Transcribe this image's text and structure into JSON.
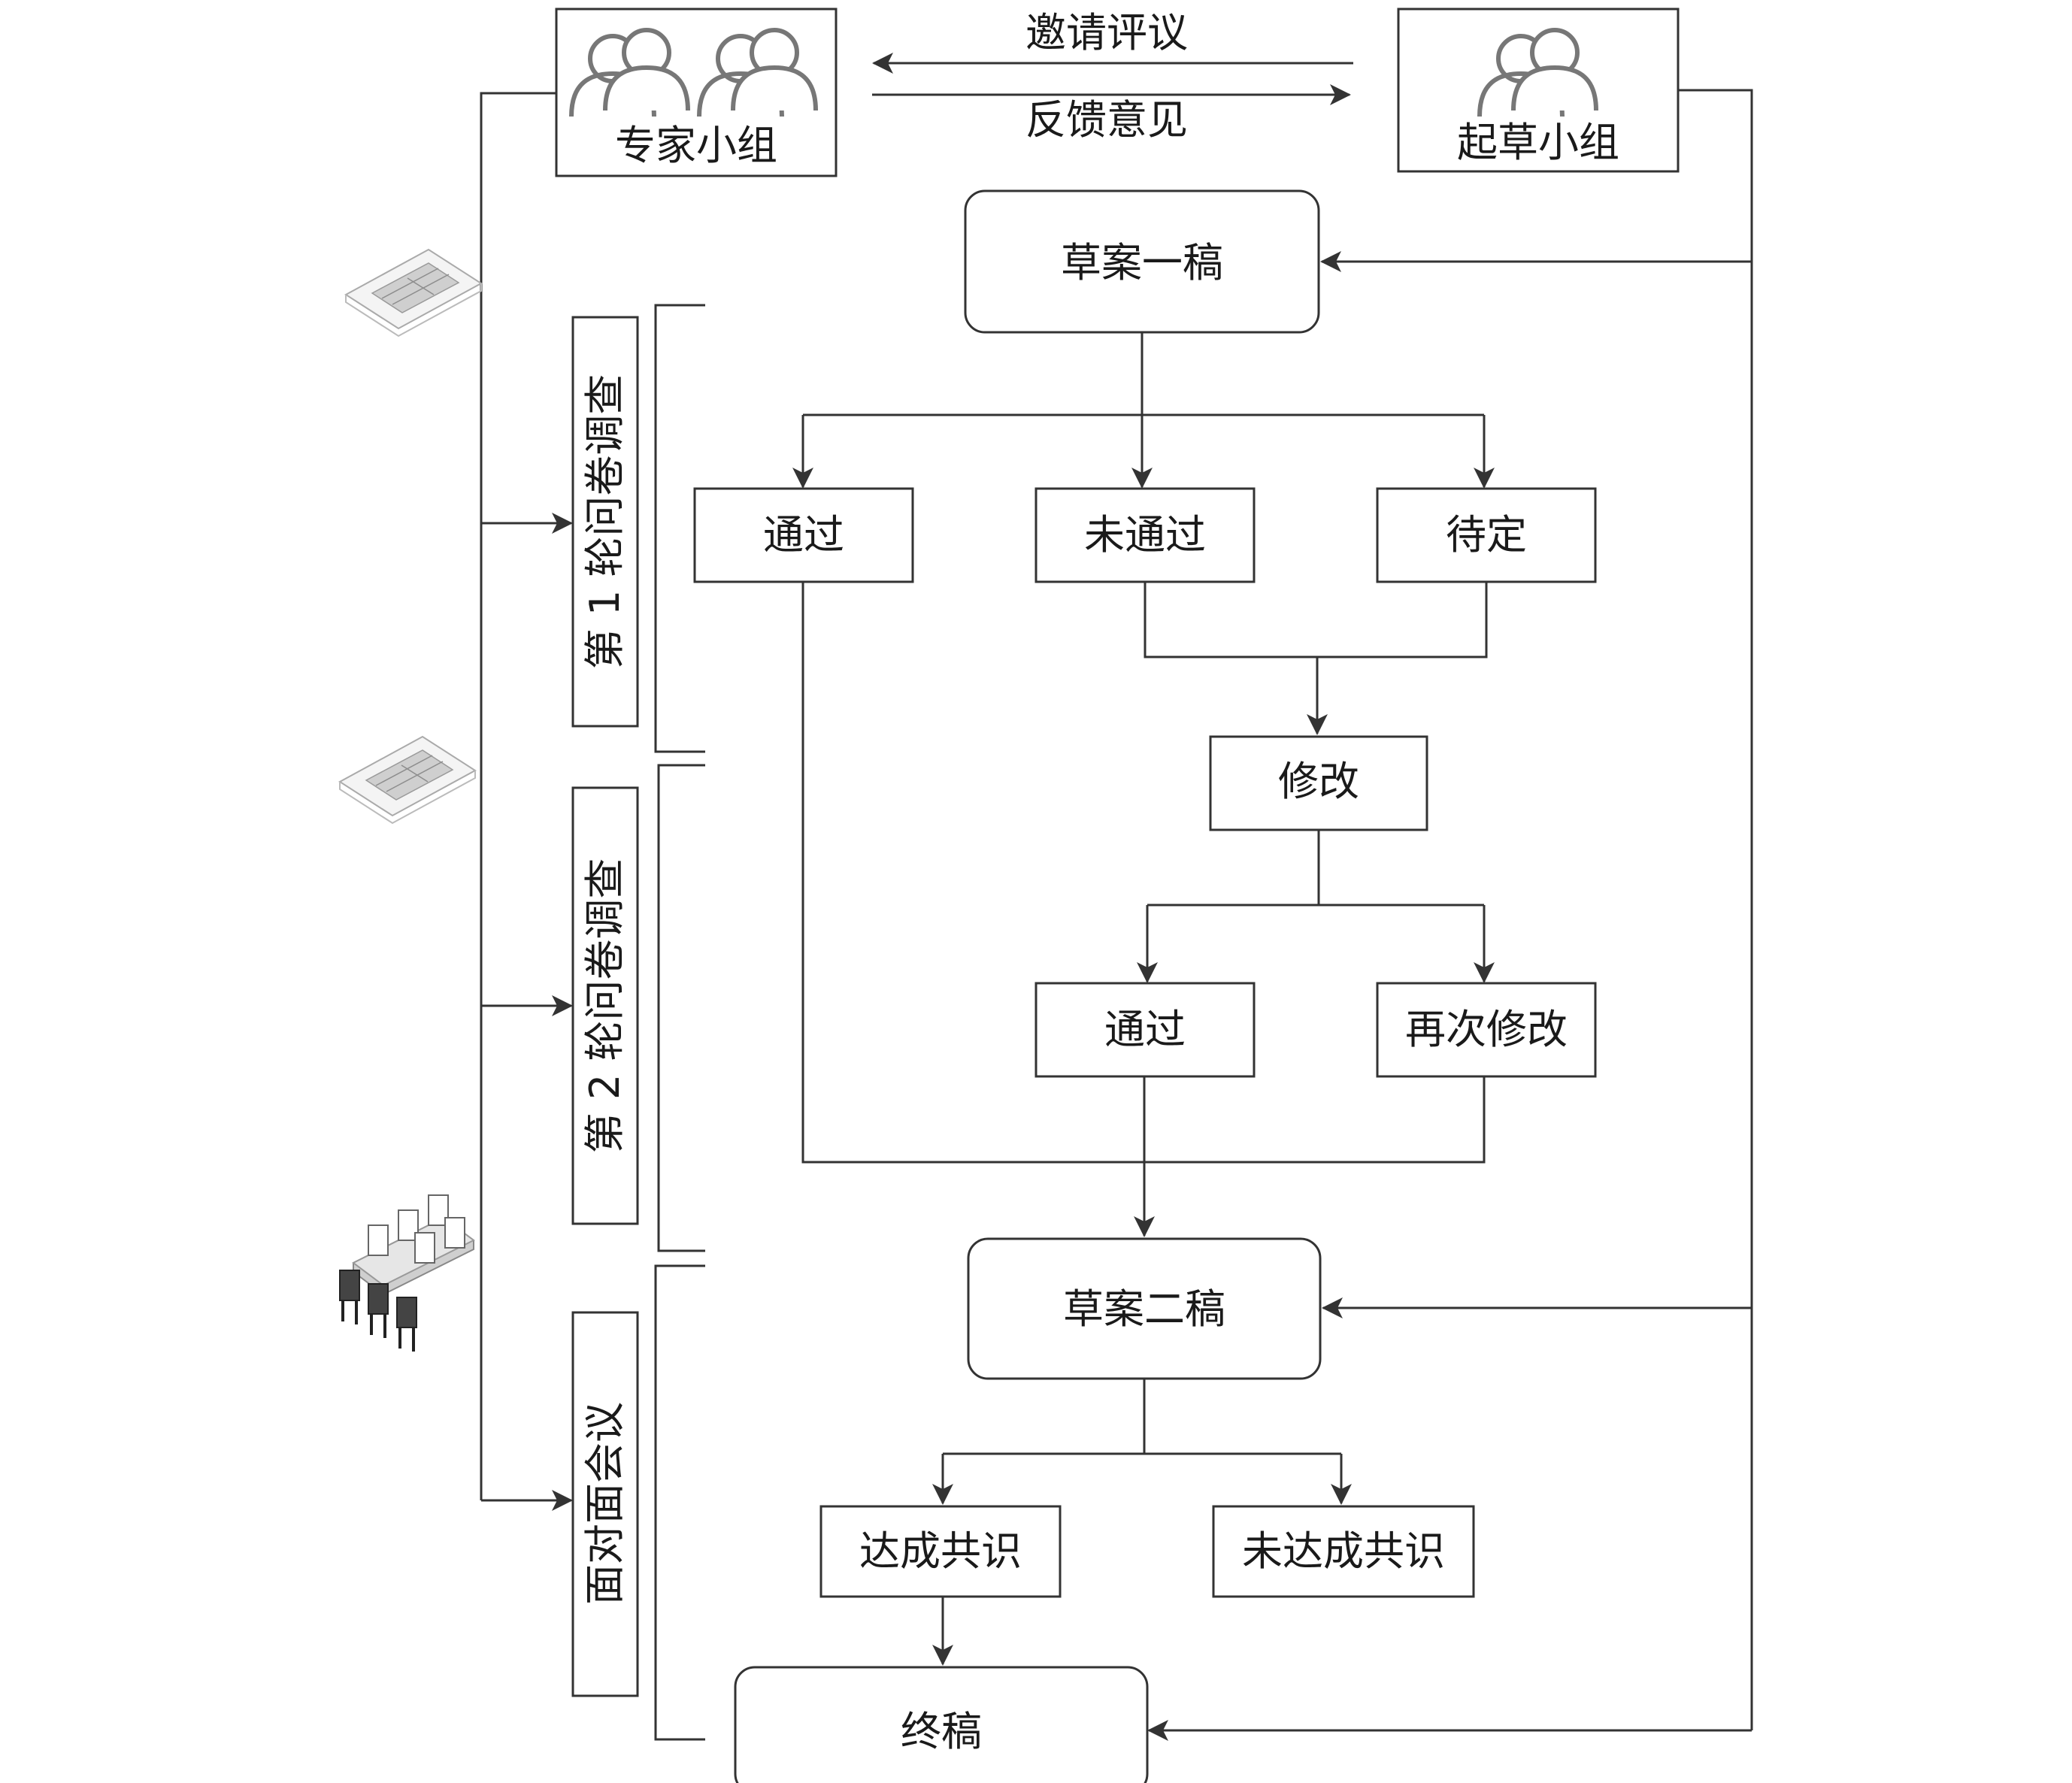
{
  "groups": {
    "expert": "专家小组",
    "drafting": "起草小组"
  },
  "exchange": {
    "invite": "邀请评议",
    "feedback": "反馈意见"
  },
  "stages": {
    "round1": "第 1 轮问卷调查",
    "round2": "第 2 轮问卷调查",
    "meeting": "面对面会议"
  },
  "nodes": {
    "draft1": "草案一稿",
    "pass1": "通过",
    "fail1": "未通过",
    "pending1": "待定",
    "revise": "修改",
    "pass2": "通过",
    "revise_again": "再次修改",
    "draft2": "草案二稿",
    "consensus": "达成共识",
    "no_consensus": "未达成共识",
    "final": "终稿"
  },
  "icons": [
    "people-icon",
    "questionnaire-icon",
    "meeting-table-icon"
  ]
}
